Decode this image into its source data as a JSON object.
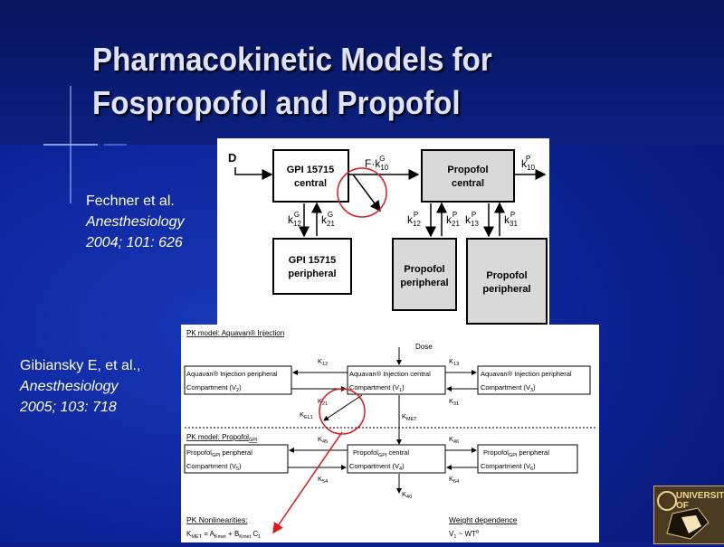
{
  "slide": {
    "title_line1": "Pharmacokinetic Models for",
    "title_line2": "Fospropofol and Propofol"
  },
  "citations": [
    {
      "authors": "Fechner et al.",
      "journal": "Anesthesiology",
      "ref": "2004; 101: 626"
    },
    {
      "authors": "Gibiansky E, et al.,",
      "journal": "Anesthesiology",
      "ref": "2005; 103: 718"
    }
  ],
  "panel_d": {
    "label": "D",
    "box_gpi_central": [
      "GPI 15715",
      "central"
    ],
    "box_gpi_peripheral": [
      "GPI 15715",
      "peripheral"
    ],
    "box_propofol_central": [
      "Propofol",
      "central"
    ],
    "box_propofol_peripheral_1": [
      "Propofol",
      "peripheral"
    ],
    "box_propofol_peripheral_2": [
      "Propofol",
      "peripheral"
    ],
    "rate_transfer": "F·k",
    "rate_transfer_sub": "10",
    "rate_transfer_sup": "G",
    "rate_elim": "k",
    "rate_elim_sub": "10",
    "rate_elim_sup": "P",
    "k12G": {
      "base": "k",
      "sub": "12",
      "sup": "G"
    },
    "k21G": {
      "base": "k",
      "sub": "21",
      "sup": "G"
    },
    "k12P": {
      "base": "k",
      "sub": "12",
      "sup": "P"
    },
    "k21P": {
      "base": "k",
      "sub": "21",
      "sup": "P"
    },
    "k13P": {
      "base": "k",
      "sub": "13",
      "sup": "P"
    },
    "k31P": {
      "base": "k",
      "sub": "31",
      "sup": "P"
    }
  },
  "panel_g": {
    "section1": "PK model: Aquavan® Injection",
    "dose": "Dose",
    "aq_periph_left": [
      "Aquavan® Injection peripheral",
      "Compartment (V",
      "2",
      ")"
    ],
    "aq_central": [
      "Aquavan® Injection central",
      "Compartment (V",
      "1",
      ")"
    ],
    "aq_periph_right": [
      "Aquavan® Injection peripheral",
      "Compartment (V",
      "3",
      ")"
    ],
    "K12": {
      "base": "K",
      "sub": "12"
    },
    "K13": {
      "base": "K",
      "sub": "13"
    },
    "K21": {
      "base": "K",
      "sub": "21"
    },
    "K31": {
      "base": "K",
      "sub": "31"
    },
    "KEL1": {
      "base": "K",
      "sub": "EL1"
    },
    "KMET": {
      "base": "K",
      "sub": "MET"
    },
    "section2": "PK model: Propofol",
    "section2_sub": "GPI",
    "pr_periph_left": [
      "Propofol",
      "GPI",
      " peripheral",
      "Compartment (V",
      "5",
      ")"
    ],
    "pr_central": [
      "Propofol",
      "GPI",
      " central",
      "Compartment (V",
      "4",
      ")"
    ],
    "pr_periph_right": [
      "Propofol",
      "GPI",
      " peripheral",
      "Compartment (V",
      "6",
      ")"
    ],
    "K45": {
      "base": "K",
      "sub": "45"
    },
    "K46": {
      "base": "K",
      "sub": "46"
    },
    "K54": {
      "base": "K",
      "sub": "54"
    },
    "K64": {
      "base": "K",
      "sub": "64"
    },
    "K40": {
      "base": "K",
      "sub": "40"
    },
    "nonlin_title": "PK Nonlinearities:",
    "nonlin_formula": [
      "K",
      "MET",
      " = A",
      "Kmet",
      " + B",
      "Kmet",
      " C",
      "1"
    ],
    "weight_title": "Weight dependence",
    "weight_formula": [
      "V",
      "1",
      " ~ WT",
      "θ"
    ]
  },
  "logo": {
    "text": "UNIVERSITY OF"
  },
  "colors": {
    "highlight": "#e0161b",
    "title": "#dfe3ff",
    "box_grey": "#d9d9d9"
  }
}
